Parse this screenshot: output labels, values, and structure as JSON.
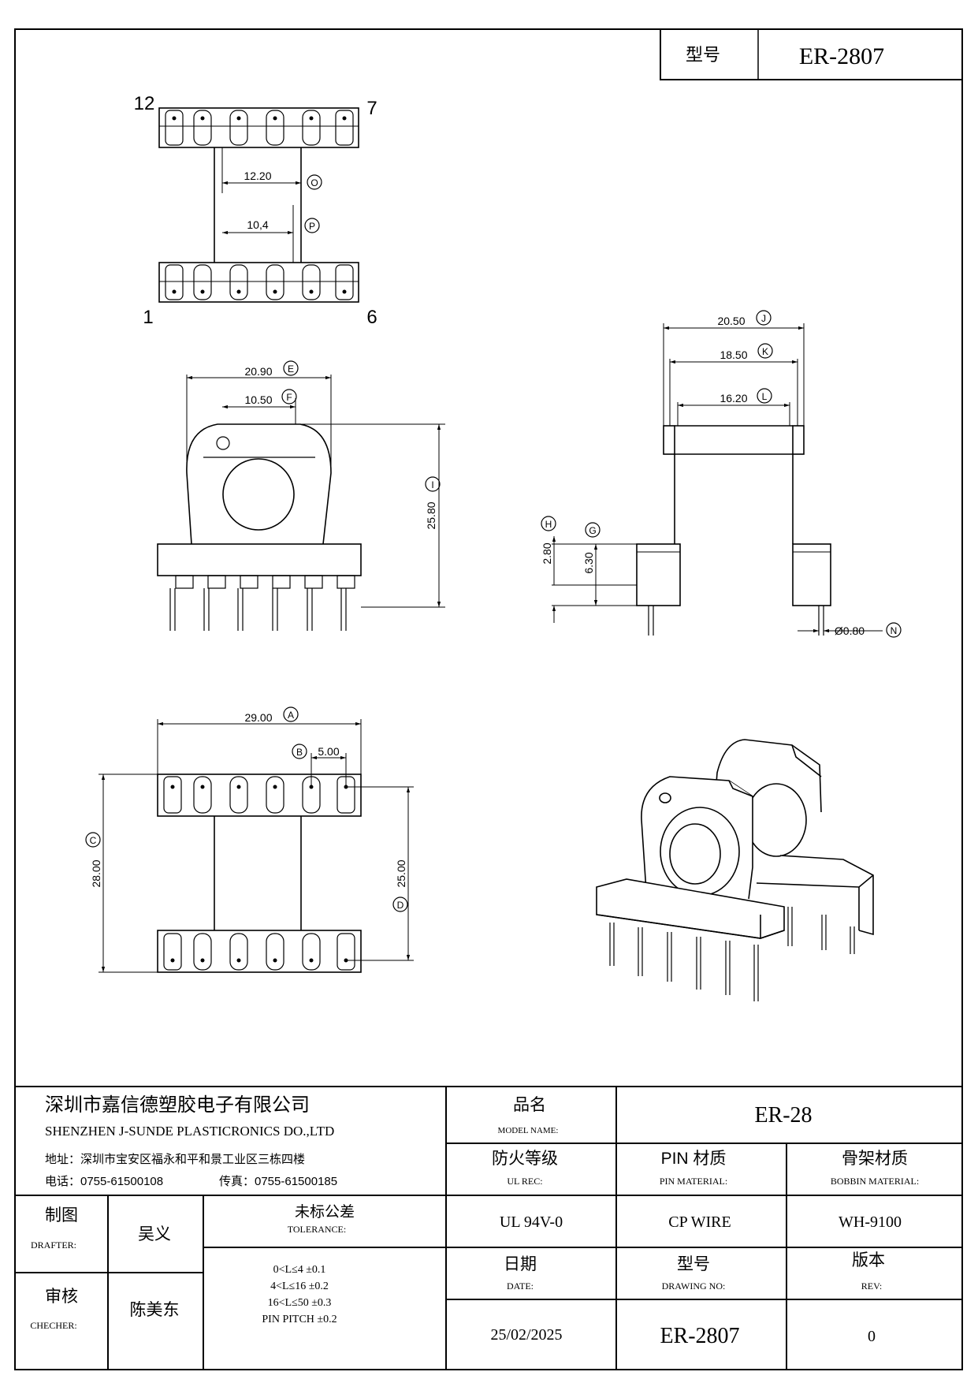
{
  "header": {
    "model_label": "型号",
    "model_value": "ER-2807"
  },
  "pins": {
    "top_left": "12",
    "top_right": "7",
    "bottom_left": "1",
    "bottom_right": "6"
  },
  "dims": {
    "O": {
      "value": "12.20",
      "letter": "O"
    },
    "P": {
      "value": "10,4",
      "letter": "P"
    },
    "E": {
      "value": "20.90",
      "letter": "E"
    },
    "F": {
      "value": "10.50",
      "letter": "F"
    },
    "I": {
      "value": "25.80",
      "letter": "I"
    },
    "J": {
      "value": "20.50",
      "letter": "J"
    },
    "K": {
      "value": "18.50",
      "letter": "K"
    },
    "L": {
      "value": "16.20",
      "letter": "L"
    },
    "H": {
      "value": "2.80",
      "letter": "H"
    },
    "G": {
      "value": "6.30",
      "letter": "G"
    },
    "N": {
      "value": "Ø0.80",
      "letter": "N"
    },
    "A": {
      "value": "29.00",
      "letter": "A"
    },
    "B": {
      "value": "5.00",
      "letter": "B"
    },
    "C": {
      "value": "28.00",
      "letter": "C"
    },
    "D": {
      "value": "25.00",
      "letter": "D"
    }
  },
  "title_block": {
    "company_cn": "深圳市嘉信德塑胶电子有限公司",
    "company_en": "SHENZHEN J-SUNDE PLASTICRONICS DO.,LTD",
    "address": "地址：深圳市宝安区福永和平和景工业区三栋四楼",
    "phone": "电话：0755-61500108",
    "fax": "传真：0755-61500185",
    "model_name_cn": "品名",
    "model_name_en": "MODEL NAME:",
    "model_name_value": "ER-28",
    "ul_cn": "防火等级",
    "ul_en": "UL REC:",
    "ul_value": "UL 94V-0",
    "pin_material_cn": "PIN 材质",
    "pin_material_en": "PIN MATERIAL:",
    "pin_material_value": "CP WIRE",
    "bobbin_material_cn": "骨架材质",
    "bobbin_material_en": "BOBBIN MATERIAL:",
    "bobbin_material_value": "WH-9100",
    "drafter_cn": "制图",
    "drafter_en": "DRAFTER:",
    "drafter_name": "吴义",
    "checker_cn": "审核",
    "checker_en": "CHECHER:",
    "checker_name": "陈美东",
    "tolerance_cn": "未标公差",
    "tolerance_en": "TOLERANCE:",
    "tolerances": [
      "0<L≤4   ±0.1",
      "4<L≤16   ±0.2",
      "16<L≤50   ±0.3",
      "PIN PITCH   ±0.2"
    ],
    "date_cn": "日期",
    "date_en": "DATE:",
    "date_value": "25/02/2025",
    "drawing_no_cn": "型号",
    "drawing_no_en": "DRAWING NO:",
    "drawing_no_value": "ER-2807",
    "rev_cn": "版本",
    "rev_en": "REV:",
    "rev_value": "0"
  }
}
